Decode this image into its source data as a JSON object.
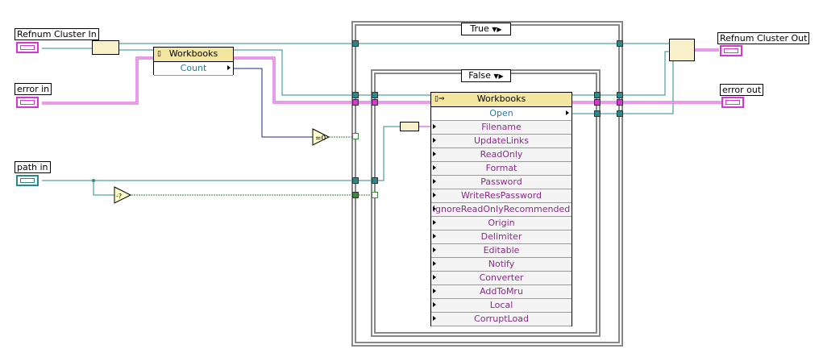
{
  "terminals": {
    "refnum_in": "Refnum Cluster In",
    "error_in": "error in",
    "path_in": "path in",
    "refnum_out": "Refnum Cluster Out",
    "error_out": "error out"
  },
  "outer_case": {
    "selector": "True"
  },
  "inner_case": {
    "selector": "False"
  },
  "workbooks_node": {
    "title": "Workbooks",
    "property": "Count"
  },
  "open_node": {
    "title": "Workbooks",
    "method": "Open",
    "params": [
      "Filename",
      "UpdateLinks",
      "ReadOnly",
      "Format",
      "Password",
      "WriteResPassword",
      "IgnoreReadOnlyRecommended",
      "Origin",
      "Delimiter",
      "Editable",
      "Notify",
      "Converter",
      "AddToMru",
      "Local",
      "CorruptLoad"
    ]
  },
  "colors": {
    "error_wire": "#d636d6",
    "refnum_wire": "#2a8a8a",
    "numeric_wire": "#1a2a8a",
    "bool_wire": "#3a8a3a",
    "case_border": "#888888",
    "node_header": "#f3e6a0"
  },
  "icons": [
    "bundle-icon",
    "unbundle-icon",
    "equal-zero-icon",
    "not-a-path-icon",
    "path-to-string-icon",
    "property-node-icon",
    "invoke-node-icon"
  ]
}
